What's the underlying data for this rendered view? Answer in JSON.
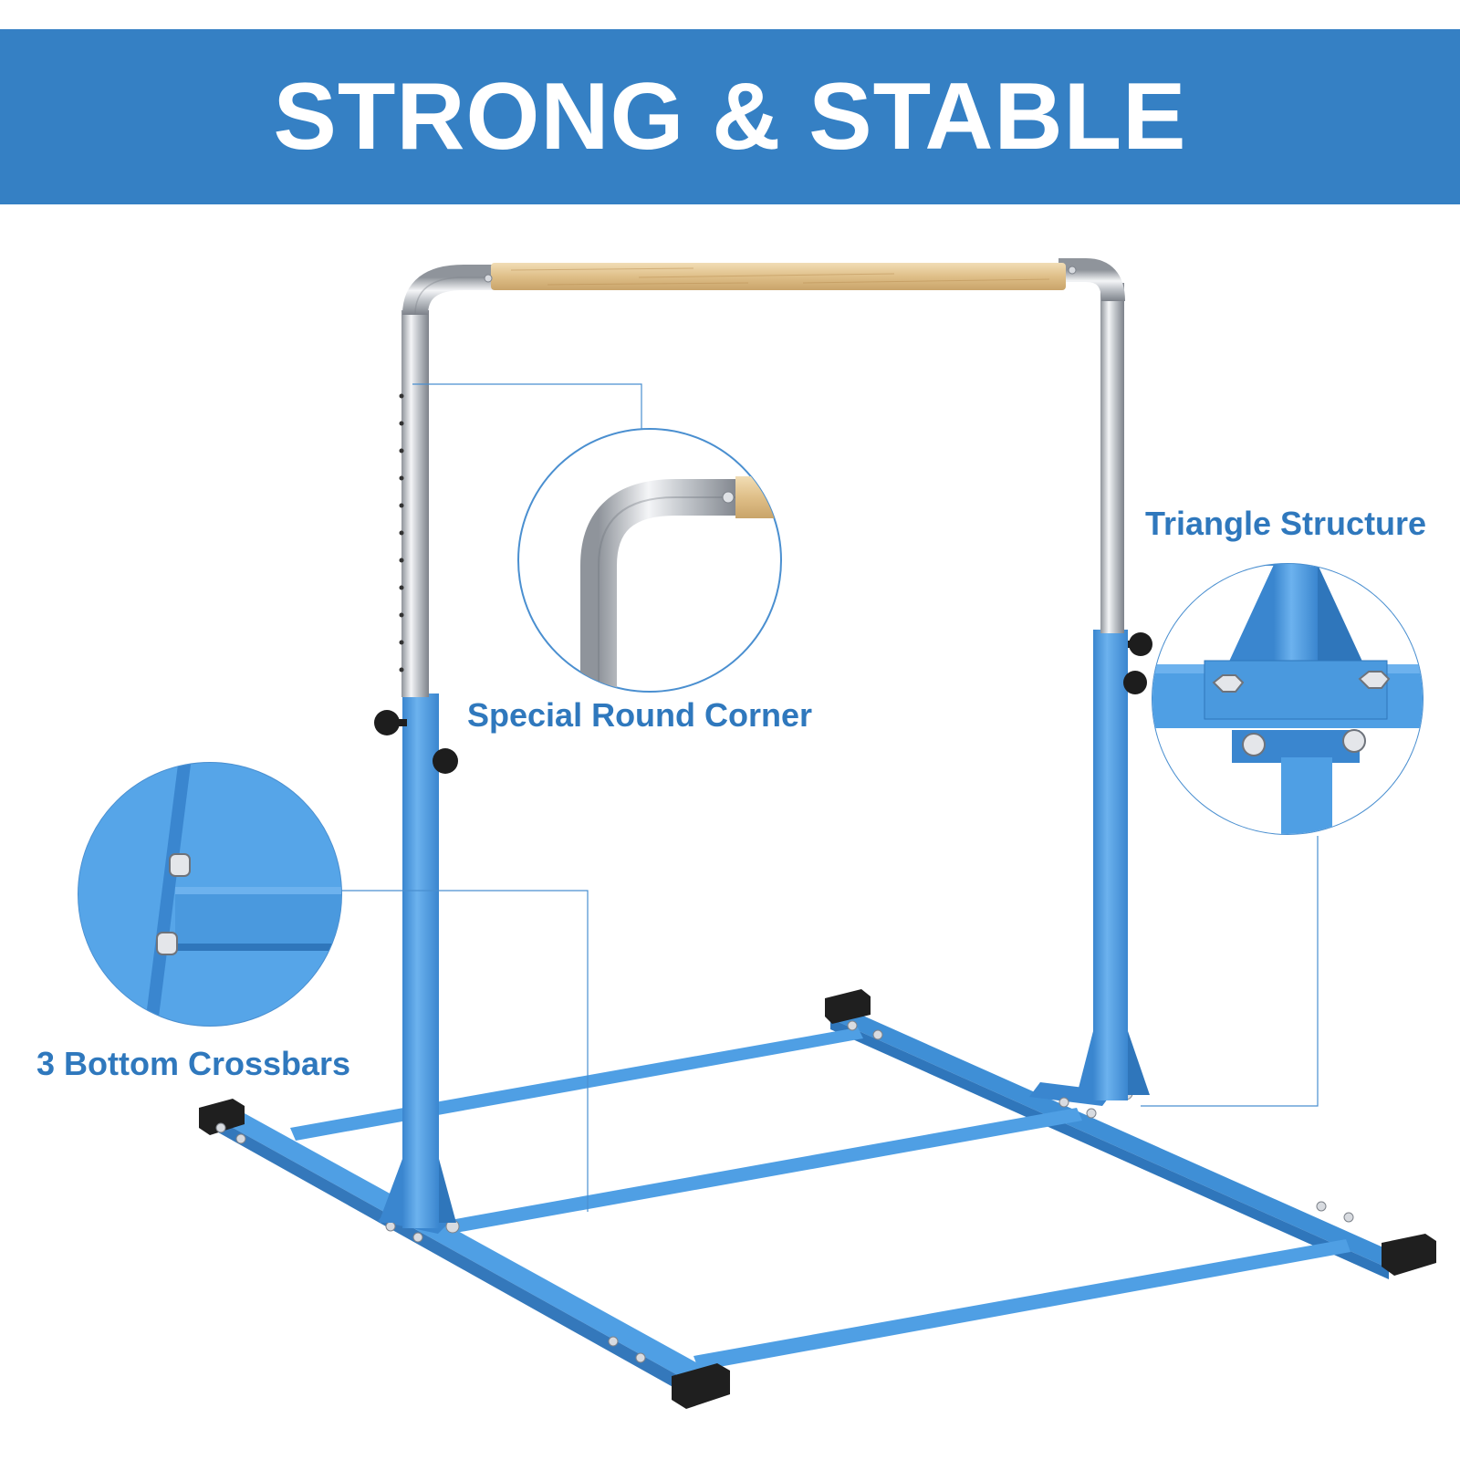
{
  "banner": {
    "title": "STRONG & STABLE",
    "background_color": "#3580c4",
    "text_color": "#ffffff"
  },
  "callouts": [
    {
      "label": "Special Round Corner",
      "icon": "round-corner-detail"
    },
    {
      "label": "Triangle Structure",
      "icon": "triangle-bracket-detail"
    },
    {
      "label": "3 Bottom Crossbars",
      "icon": "crossbar-bolt-detail"
    }
  ],
  "colors": {
    "frame_blue": "#4f9fe4",
    "frame_blue_dark": "#3a86cf",
    "frame_blue_light": "#6db2ee",
    "label_blue": "#2f78bd",
    "chrome": "#c9ccd1",
    "wood": "#e2c48e",
    "foot_black": "#1f1f1f"
  }
}
